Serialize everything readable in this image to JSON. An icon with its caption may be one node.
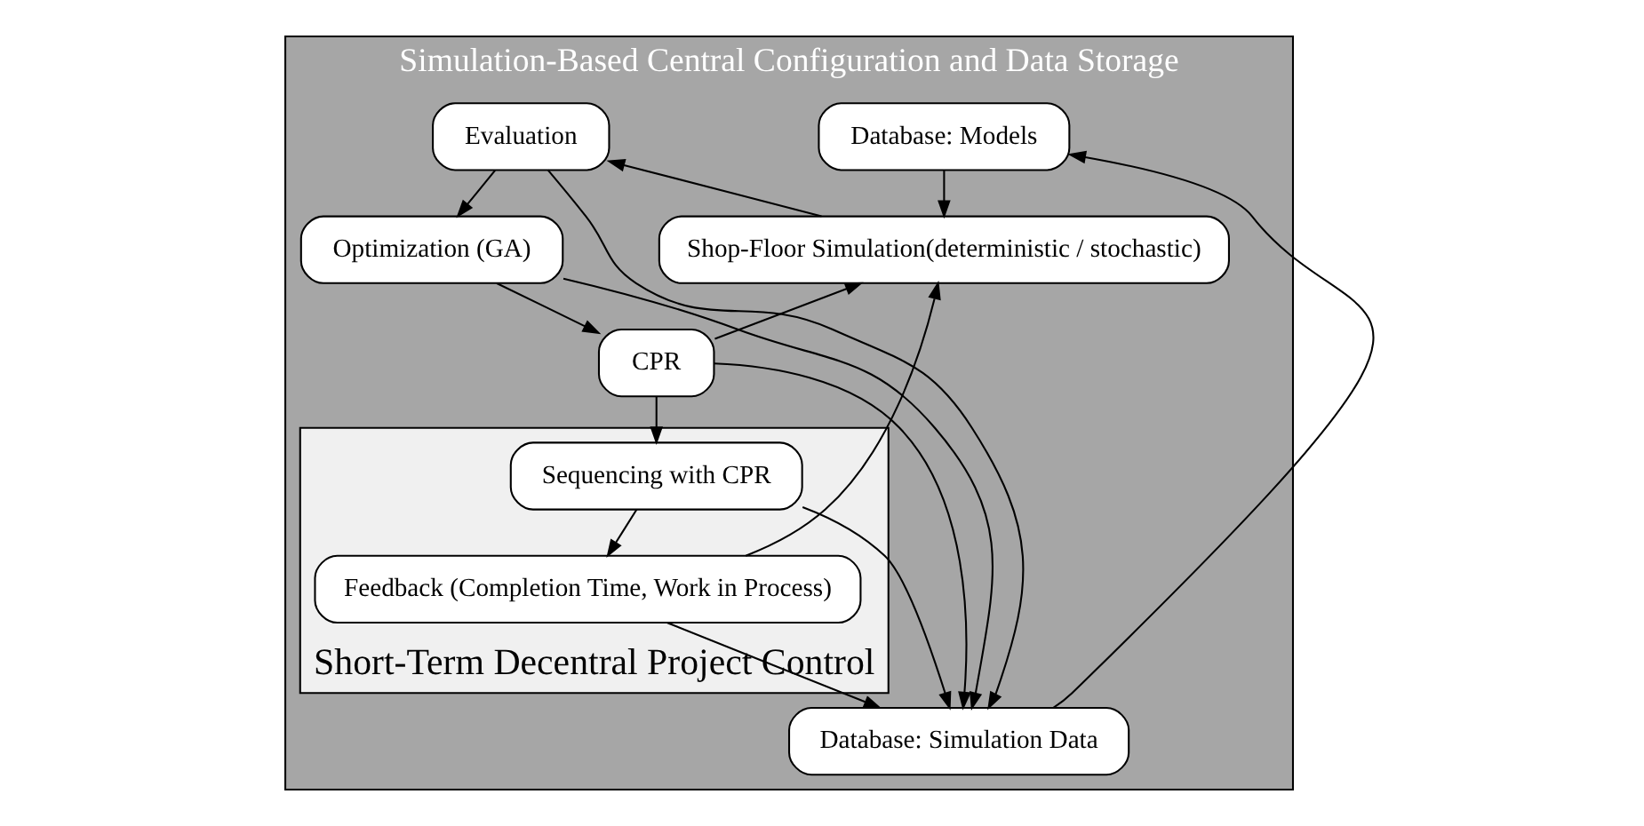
{
  "diagram": {
    "nodes": [
      {
        "text": [
          "Simulation-Based Central Configuration and Data Storage"
        ]
      },
      {
        "text": [
          "Database: Models"
        ],
        "in": 0
      },
      {
        "text": [
          "Evaluation"
        ],
        "in": 0
      },
      {
        "text": [
          "Shop-Floor Simulation(deterministic / stochastic)"
        ],
        "in": 0
      },
      {
        "text": [
          "Optimization (GA)"
        ],
        "in": 0
      },
      {
        "text": [
          "CPR"
        ],
        "in": 0
      },
      {
        "text": [
          "Short-Term Decentral Project Control"
        ],
        "in": 0
      },
      {
        "text": [
          "Sequencing with CPR"
        ],
        "in": 6
      },
      {
        "text": [
          "Feedback (Completion Time, Work in Process)"
        ],
        "in": 6
      },
      {
        "text": [
          "Database: Simulation Data"
        ],
        "in": 0
      }
    ],
    "edges": [
      {
        "from": 1,
        "to": 3,
        "arrow": "to"
      },
      {
        "from": 8,
        "to": 3,
        "arrow": "to"
      },
      {
        "from": 3,
        "to": 2,
        "arrow": "to"
      },
      {
        "from": 2,
        "to": 4,
        "arrow": "to"
      },
      {
        "from": 4,
        "to": 5,
        "arrow": "to"
      },
      {
        "from": 5,
        "to": 3,
        "arrow": "to"
      },
      {
        "from": 5,
        "to": 7,
        "arrow": "to"
      },
      {
        "from": 7,
        "to": 8,
        "arrow": "to"
      },
      {
        "from": 2,
        "to": 9,
        "arrow": "to"
      },
      {
        "from": 4,
        "to": 9,
        "arrow": "to"
      },
      {
        "from": 5,
        "to": 9,
        "arrow": "to"
      },
      {
        "from": 7,
        "to": 9,
        "arrow": "to"
      },
      {
        "from": 8,
        "to": 9,
        "arrow": "to"
      },
      {
        "from": 9,
        "to": 1,
        "arrow": "to"
      }
    ]
  }
}
